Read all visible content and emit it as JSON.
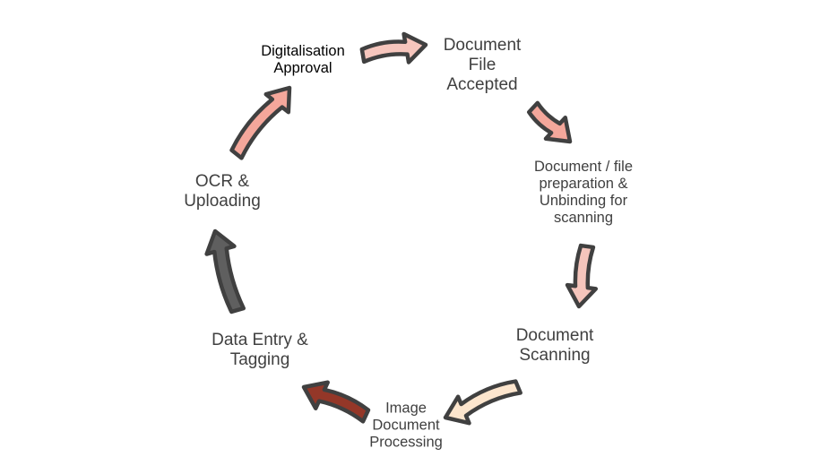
{
  "stages": [
    {
      "id": "digitalisation",
      "label": [
        "Digitalisation",
        "Approval"
      ]
    },
    {
      "id": "accepted",
      "label": [
        "Document",
        "File",
        "Accepted"
      ]
    },
    {
      "id": "preparation",
      "label": [
        "Document / file",
        "preparation &",
        "Unbinding for",
        "scanning"
      ]
    },
    {
      "id": "scanning",
      "label": [
        "Document",
        "Scanning"
      ]
    },
    {
      "id": "processing",
      "label": [
        "Image",
        "Document",
        "Processing"
      ]
    },
    {
      "id": "data-entry",
      "label": [
        "Data Entry &",
        "Tagging"
      ]
    },
    {
      "id": "ocr",
      "label": [
        "OCR &",
        "Uploading"
      ]
    }
  ],
  "arrow_colors": {
    "digitalisation-to-accepted": "#f6c6bd",
    "accepted-to-preparation": "#f4a79b",
    "preparation-to-scanning": "#f5c5bc",
    "scanning-to-processing": "#fce5cd",
    "processing-to-data-entry": "#943728",
    "data-entry-to-ocr": "#5f5f5f",
    "ocr-to-digitalisation": "#f4a79b",
    "outline": "#404040"
  }
}
